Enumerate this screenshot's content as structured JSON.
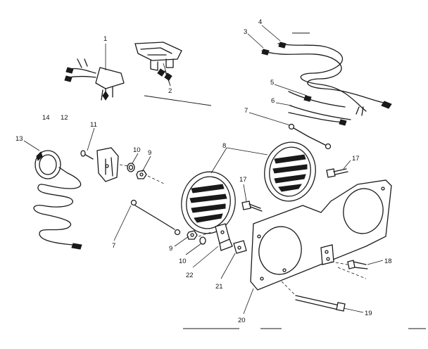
{
  "diagram": {
    "callouts": {
      "c1": "1",
      "c2": "2",
      "c3": "3",
      "c4": "4",
      "c5": "5",
      "c6": "6",
      "c7a": "7",
      "c7b": "7",
      "c8": "8",
      "c9a": "9",
      "c9b": "9",
      "c10a": "10",
      "c10b": "10",
      "c11": "11",
      "c12": "12",
      "c13": "13",
      "c14": "14",
      "c17a": "17",
      "c17b": "17",
      "c18": "18",
      "c19": "19",
      "c20": "20",
      "c21": "21",
      "c22": "22"
    }
  }
}
